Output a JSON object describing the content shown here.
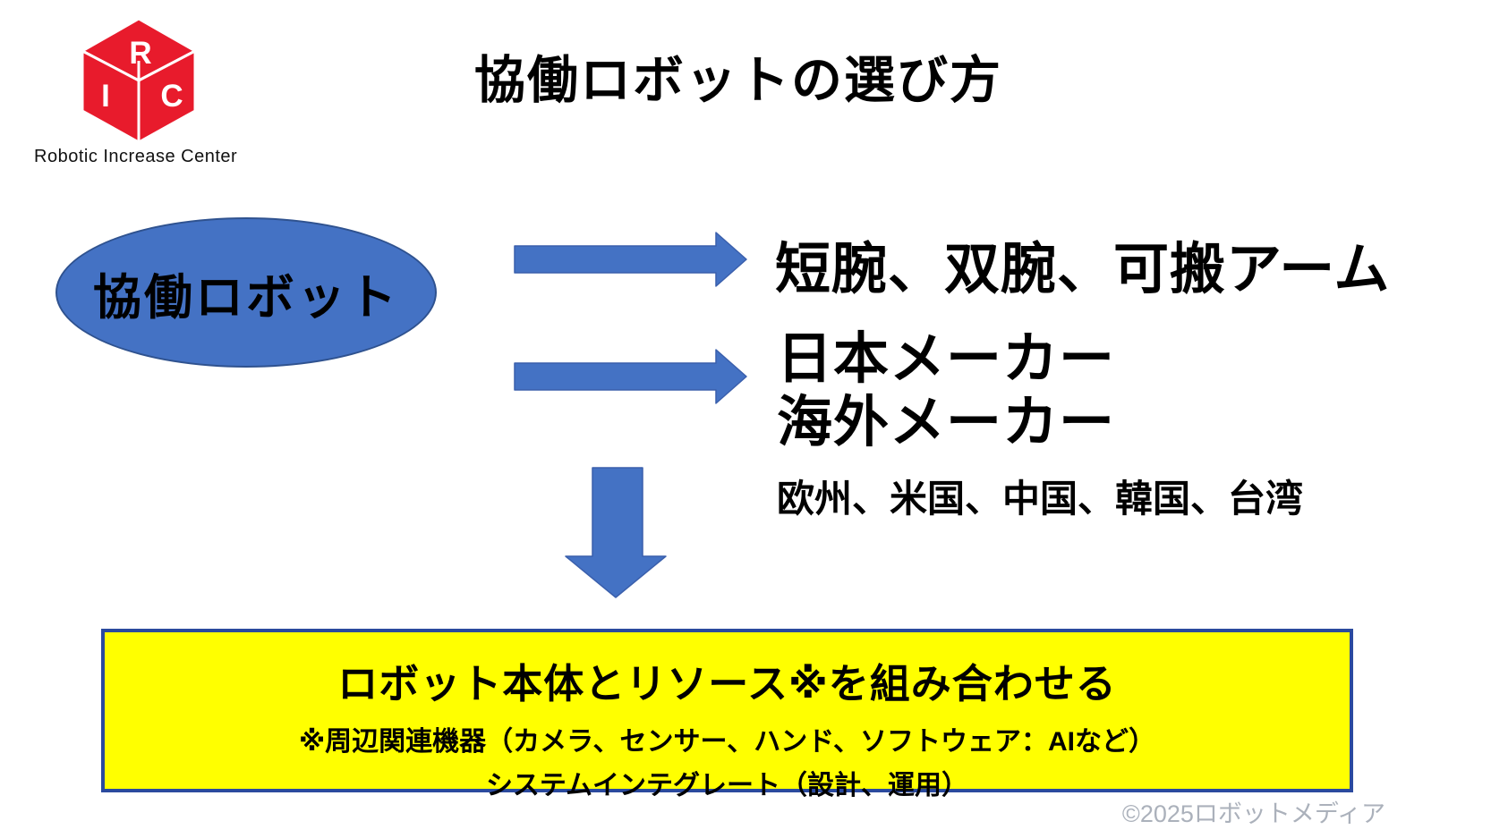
{
  "colors": {
    "accent_blue": "#4472C4",
    "accent_blue_border": "#2F528F",
    "result_box_bg": "#FFFF00",
    "result_box_border": "#2B4A9E",
    "logo_red": "#E81B2C",
    "copyright_gray": "#ABB1BB"
  },
  "logo": {
    "cube": {
      "top_letter": "R",
      "left_letter": "I",
      "right_letter": "C"
    },
    "caption": "Robotic Increase Center"
  },
  "title": "協働ロボットの選び方",
  "flow": {
    "source": "協働ロボット",
    "branch_types": "短腕、双腕、可搬アーム",
    "makers_line1": "日本メーカー",
    "makers_line2": "海外メーカー",
    "makers_regions": "欧州、米国、中国、韓国、台湾"
  },
  "result_box": {
    "heading": "ロボット本体とリソース※を組み合わせる",
    "note1": "※周辺関連機器（カメラ、センサー、ハンド、ソフトウェア：AIなど）",
    "note2": "システムインテグレート（設計、運用）"
  },
  "footer": {
    "copyright": "©2025ロボットメディア"
  },
  "icons": {
    "logo": "ric-cube",
    "branch_arrow": "arrow-right",
    "flow_arrow": "arrow-down"
  }
}
